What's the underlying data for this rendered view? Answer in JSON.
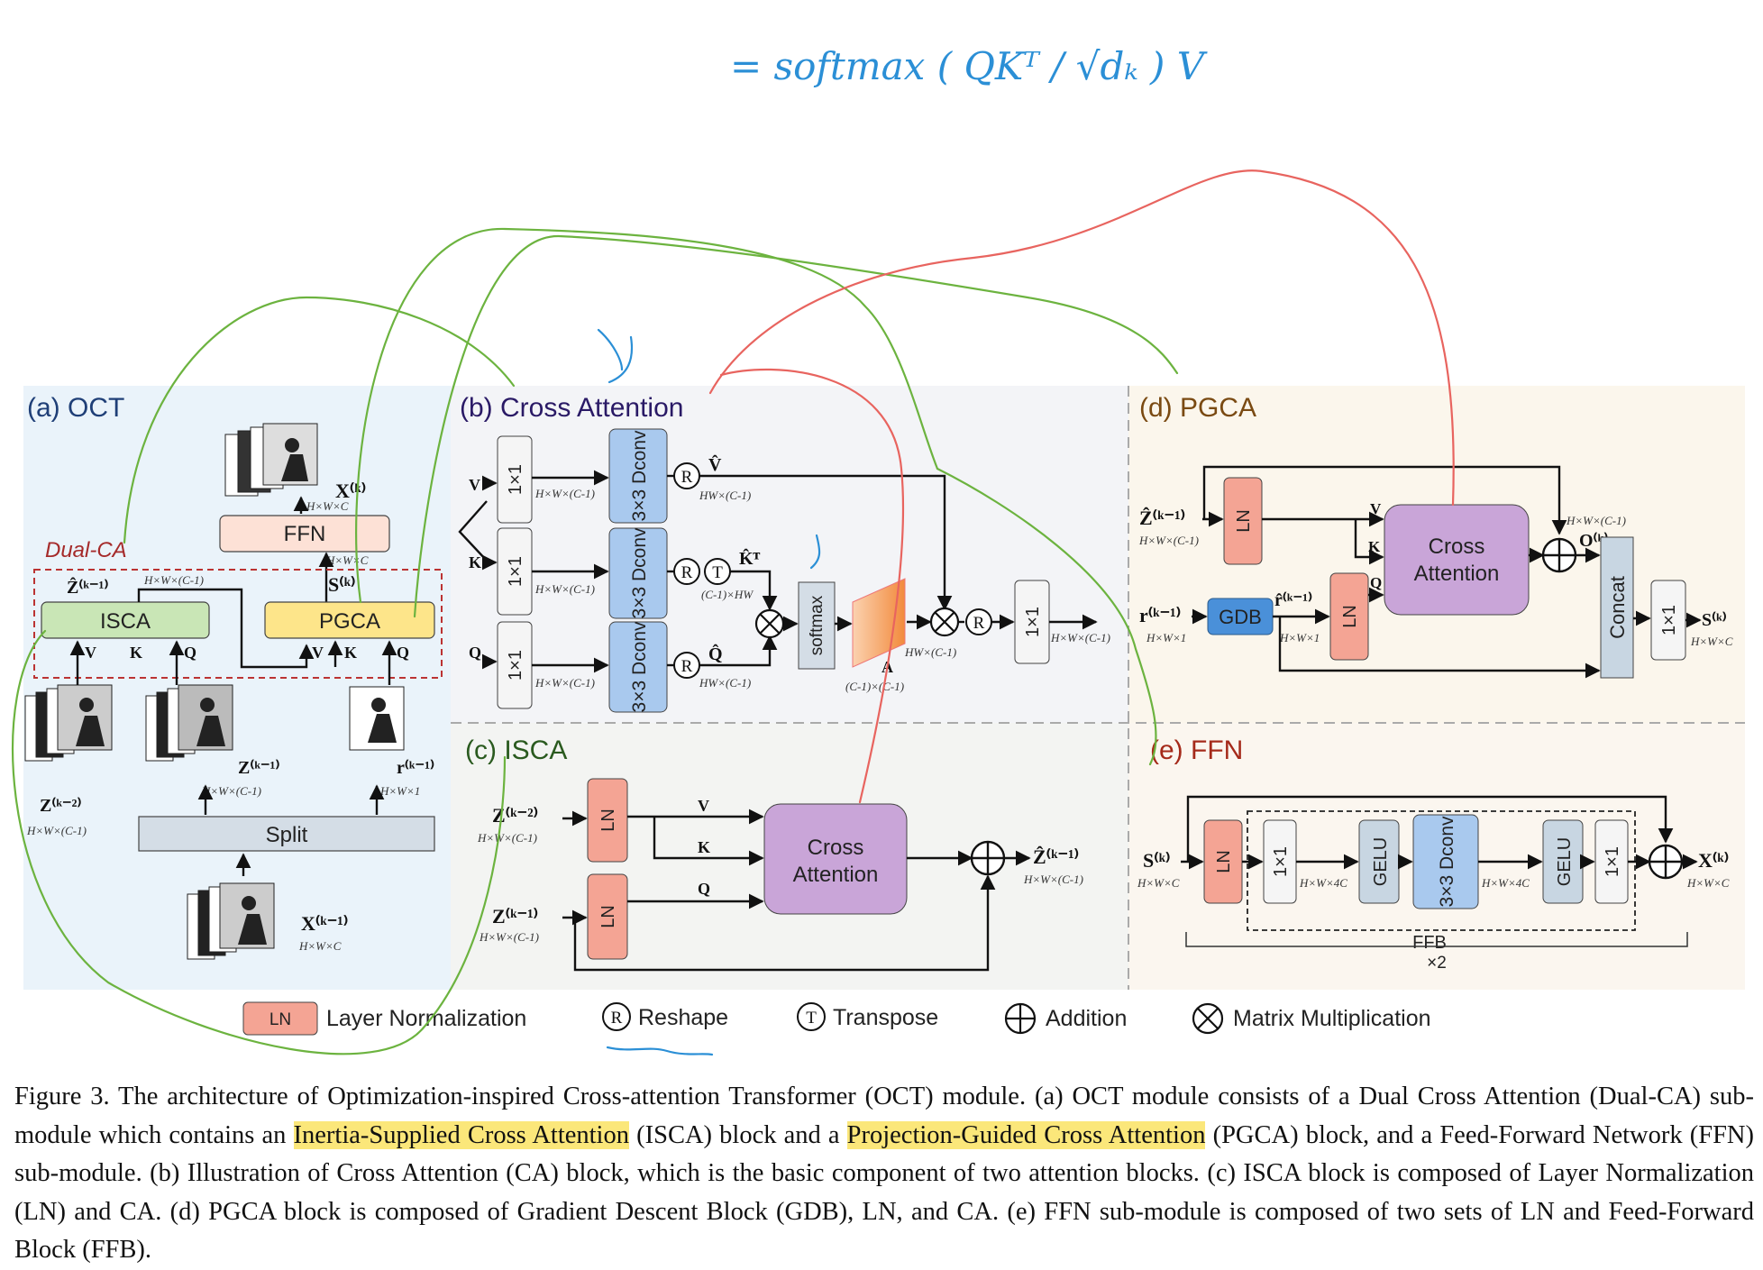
{
  "handwriting": {
    "formula": "= softmax ( QKᵀ / √dₖ ) V"
  },
  "panels": {
    "oct": {
      "title": "(a) OCT",
      "dual_ca": "Dual-CA",
      "isca": "ISCA",
      "pgca": "PGCA",
      "ffn": "FFN",
      "split": "Split",
      "v": "V",
      "k": "K",
      "q": "Q",
      "xk": "X⁽ᵏ⁾",
      "xk_dim": "H×W×C",
      "zhat": "Ẑ⁽ᵏ⁻¹⁾",
      "zhat_dim": "H×W×(C-1)",
      "sk": "S⁽ᵏ⁾",
      "sk_dim": "H×W×C",
      "zk1": "Z⁽ᵏ⁻¹⁾",
      "zk1_dim": "H×W×(C-1)",
      "zk2": "Z⁽ᵏ⁻²⁾",
      "zk2_dim": "H×W×(C-1)",
      "rk1": "r⁽ᵏ⁻¹⁾",
      "rk1_dim": "H×W×1",
      "xk1": "X⁽ᵏ⁻¹⁾",
      "xk1_dim": "H×W×C"
    },
    "ca": {
      "title": "(b) Cross Attention",
      "v": "V",
      "k": "K",
      "q": "Q",
      "conv1": "1×1",
      "dconv": "3×3 Dconv",
      "dim_in": "H×W×(C-1)",
      "vhat": "V̂",
      "vhat_dim": "HW×(C-1)",
      "khat": "K̂ᵀ",
      "khat_dim": "(C-1)×HW",
      "qhat": "Q̂",
      "qhat_dim": "HW×(C-1)",
      "softmax": "softmax",
      "a": "A",
      "a_dim": "(C-1)×(C-1)",
      "out_dim": "HW×(C-1)",
      "final_dim": "H×W×(C-1)",
      "r": "R",
      "tr": "T"
    },
    "isca": {
      "title": "(c) ISCA",
      "ln": "LN",
      "zk2": "Z⁽ᵏ⁻²⁾",
      "zk2_dim": "H×W×(C-1)",
      "zk1": "Z⁽ᵏ⁻¹⁾",
      "zk1_dim": "H×W×(C-1)",
      "v": "V",
      "k": "K",
      "q": "Q",
      "ca_line1": "Cross",
      "ca_line2": "Attention",
      "out": "Ẑ⁽ᵏ⁻¹⁾",
      "out_dim": "H×W×(C-1)"
    },
    "pgca": {
      "title": "(d) PGCA",
      "zhat": "Ẑ⁽ᵏ⁻¹⁾",
      "zhat_dim": "H×W×(C-1)",
      "rk1": "r⁽ᵏ⁻¹⁾",
      "rk1_dim": "H×W×1",
      "gdb": "GDB",
      "ln": "LN",
      "rhat": "r̂⁽ᵏ⁻¹⁾",
      "rhat_dim": "H×W×1",
      "v": "V",
      "k": "K",
      "q": "Q",
      "ca_line1": "Cross",
      "ca_line2": "Attention",
      "ok": "O⁽ᵏ⁾",
      "ok_dim": "H×W×(C-1)",
      "concat": "Concat",
      "conv1": "1×1",
      "sk": "S⁽ᵏ⁾",
      "sk_dim": "H×W×C"
    },
    "ffn": {
      "title": "(e) FFN",
      "sk": "S⁽ᵏ⁾",
      "sk_dim": "H×W×C",
      "ln": "LN",
      "conv1": "1×1",
      "gelu": "GELU",
      "dconv": "3×3 Dconv",
      "dim4c": "H×W×4C",
      "ffb": "FFB",
      "x2": "×2",
      "xk": "X⁽ᵏ⁾",
      "xk_dim": "H×W×C"
    }
  },
  "legend": {
    "ln_box": "LN",
    "ln": "Layer Normalization",
    "r_sym": "R",
    "reshape": "Reshape",
    "t_sym": "T",
    "transpose": "Transpose",
    "addition": "Addition",
    "matmul": "Matrix Multiplication"
  },
  "caption": {
    "p1": "Figure 3.  The architecture of Optimization-inspired Cross-attention Transformer (OCT) module.  (a) OCT module consists of a Dual Cross Attention (Dual-CA) sub-module which contains an ",
    "hl1": "Inertia-Supplied Cross Attention",
    "p2": " (ISCA) block and a ",
    "hl2": "Projection-Guided Cross Attention",
    "p3": " (PGCA) block, and a Feed-Forward Network (FFN) sub-module.  (b) Illustration of Cross Attention (CA) block, which is the basic component of two attention blocks. (c) ISCA block is composed of Layer Normalization (LN) and CA. (d) PGCA block is composed of Gradient Descent Block (GDB), LN, and CA. (e) FFN sub-module is composed of two sets of LN and Feed-Forward Block (FFB)."
  },
  "colors": {
    "ln": "#f4a494",
    "isca": "#c9e6b6",
    "pgca": "#fde58a",
    "ffn": "#fde1d6",
    "dconv": "#a9c9ee",
    "ca": "#c9a5d8",
    "gdb": "#4a90d9",
    "split": "#d4dde6",
    "panel_a": "#eaf3fa",
    "panel_bc": "#f3f4f6",
    "panel_de": "#fbf6ec",
    "annot_green": "#6cb33f",
    "annot_red": "#e8645f",
    "annot_blue": "#2b8fd6"
  }
}
